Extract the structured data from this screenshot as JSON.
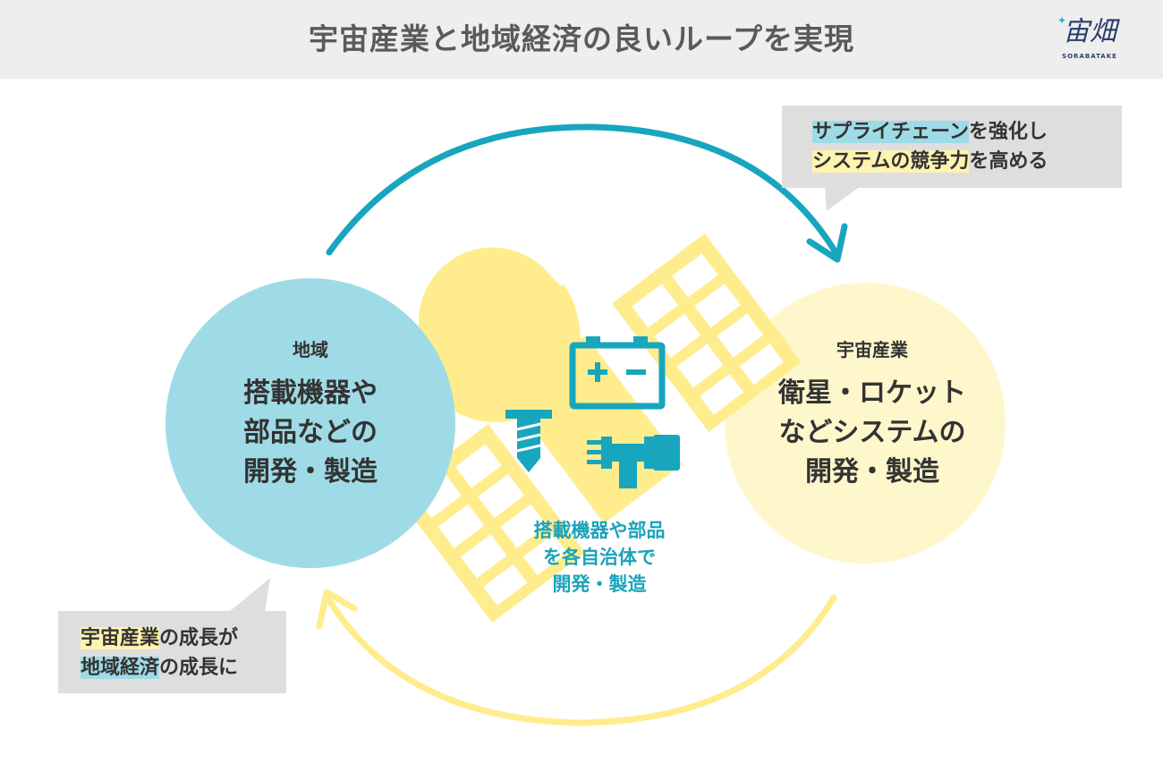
{
  "title": "宇宙産業と地域経済の良いループを実現",
  "logo": {
    "text": "宙畑",
    "sub": "SORABATAKE"
  },
  "left_circle": {
    "label": "地域",
    "lines": [
      "搭載機器や",
      "部品などの",
      "開発・製造"
    ]
  },
  "right_circle": {
    "label": "宇宙産業",
    "lines": [
      "衛星・ロケット",
      "などシステムの",
      "開発・製造"
    ]
  },
  "center_caption": [
    "搭載機器や部品",
    "を各自治体で",
    "開発・製造"
  ],
  "callout_top": {
    "line1_highlight": "サプライチェーン",
    "line1_rest": "を強化し",
    "line2_highlight": "システムの競争力",
    "line2_rest": "を高める"
  },
  "callout_bottom": {
    "line1_highlight": "宇宙産業",
    "line1_rest": "の成長が",
    "line2_highlight": "地域経済",
    "line2_rest": "の成長に"
  },
  "colors": {
    "teal_circle": "#9fdbe6",
    "cream_circle": "#fff7cc",
    "satellite_yellow": "#ffec8c",
    "teal_arrow": "#17a6bd",
    "yellow_arrow": "#ffec8c",
    "icon_teal": "#17a6bd",
    "callout_bg": "#dedede"
  },
  "icons": [
    "battery-icon",
    "screw-icon",
    "connector-icon",
    "satellite-icon"
  ]
}
